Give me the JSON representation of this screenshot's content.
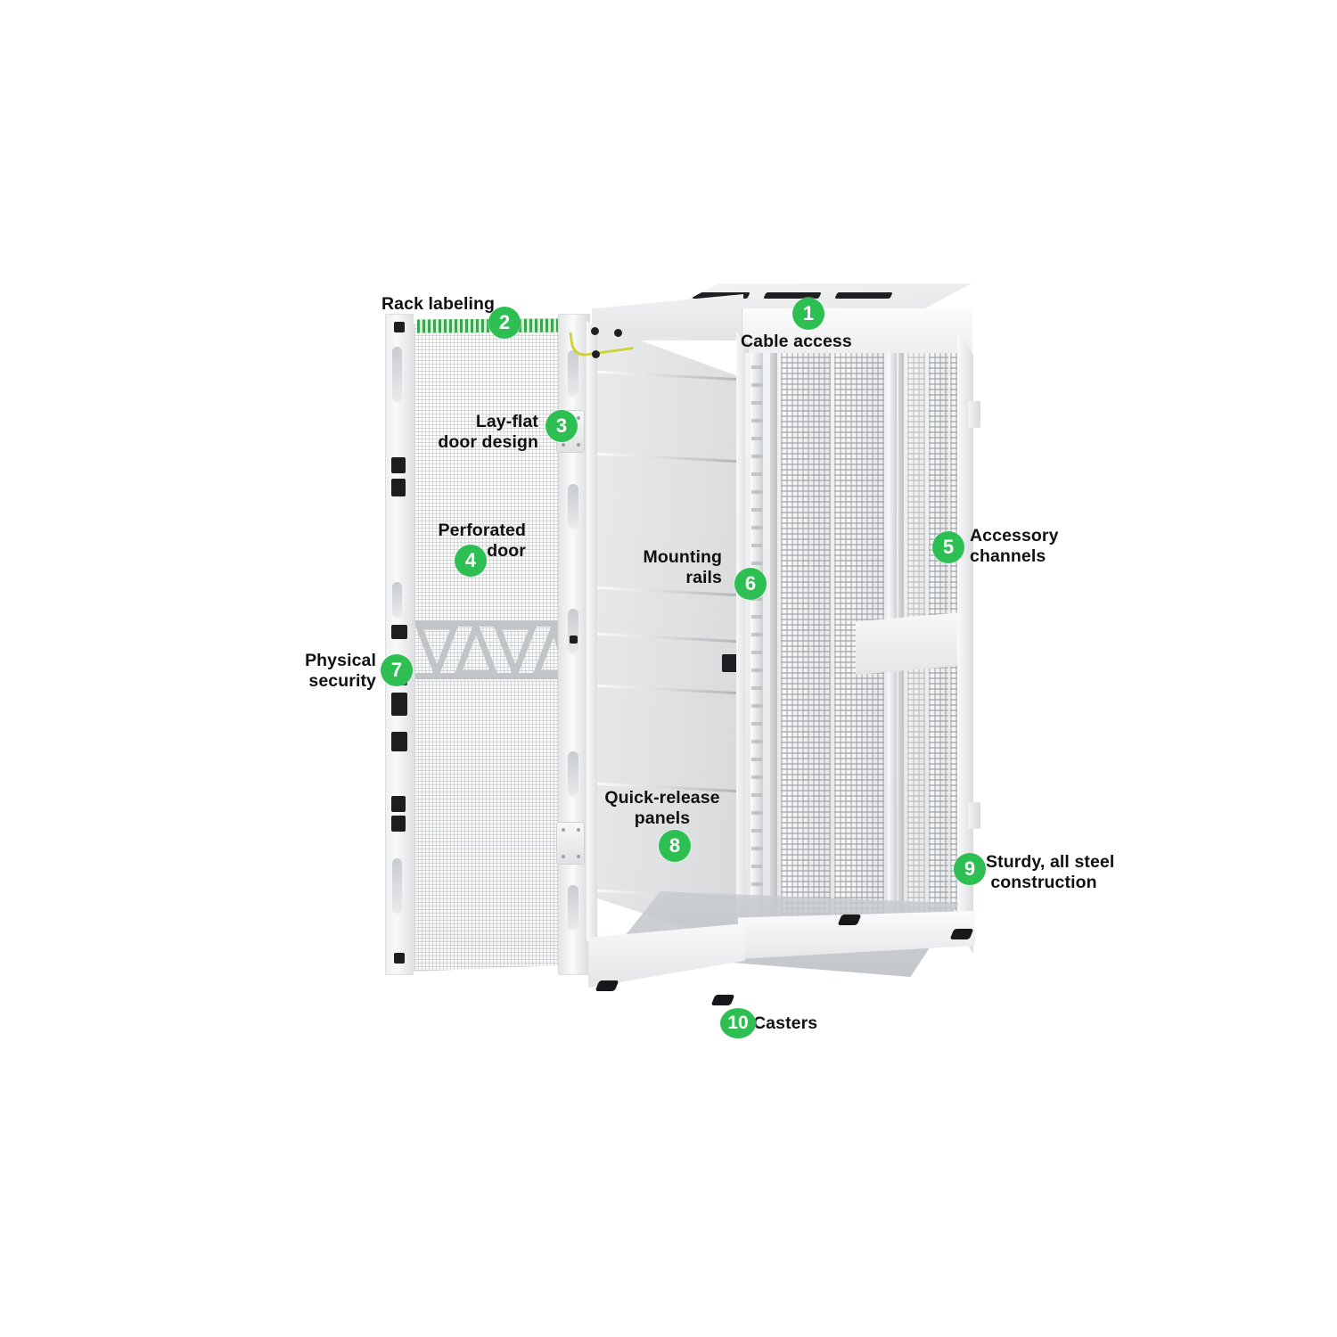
{
  "diagram": {
    "title": "Server rack annotated feature diagram",
    "accent_color": "#2ebf52",
    "badge_text_color": "#ffffff",
    "label_color": "#111111",
    "background_color": "#ffffff",
    "objects": [
      {
        "name": "perforated-front-door",
        "description": "Lay-flat perforated door shown detached at left"
      },
      {
        "name": "open-server-rack-frame",
        "description": "Open steel rack enclosure shown at right"
      }
    ]
  },
  "callouts": [
    {
      "number": "1",
      "label": "Cable access"
    },
    {
      "number": "2",
      "label": "Rack labeling"
    },
    {
      "number": "3",
      "label": "Lay-flat\ndoor design"
    },
    {
      "number": "4",
      "label": "Perforated\ndoor"
    },
    {
      "number": "5",
      "label": "Accessory\nchannels"
    },
    {
      "number": "6",
      "label": "Mounting\nrails"
    },
    {
      "number": "7",
      "label": "Physical\nsecurity"
    },
    {
      "number": "8",
      "label": "Quick-release\npanels"
    },
    {
      "number": "9",
      "label": "Sturdy, all steel\nconstruction"
    },
    {
      "number": "10",
      "label": "Casters"
    }
  ]
}
